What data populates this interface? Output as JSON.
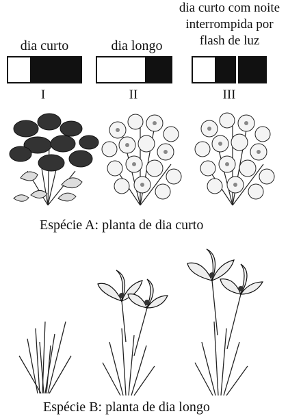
{
  "photoperiods": [
    {
      "label": "dia curto",
      "numeral": "I",
      "light_fraction": 0.3
    },
    {
      "label": "dia longo",
      "numeral": "II",
      "light_fraction": 0.64
    },
    {
      "label_lines": [
        "dia curto com noite",
        "interrompida por",
        "flash de luz"
      ],
      "numeral": "III",
      "light_fraction": 0.3
    }
  ],
  "species_a": {
    "caption": "Espécie A: planta de dia curto",
    "flowering": [
      true,
      false,
      false
    ]
  },
  "species_b": {
    "caption": "Espécie B: planta de dia longo",
    "flowering": [
      false,
      true,
      true
    ]
  },
  "colors": {
    "dark": "#111111",
    "light": "#ffffff",
    "foliage": "#3a3a3a"
  }
}
